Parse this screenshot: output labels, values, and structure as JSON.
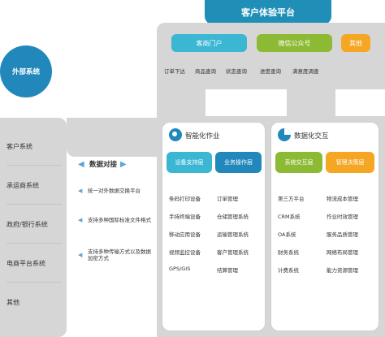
{
  "title": "客户体验平台",
  "external": {
    "label": "外部系统",
    "items": [
      "客户系统",
      "承运商系统",
      "政府/银行系统",
      "电商平台系统",
      "其他"
    ]
  },
  "bridge": {
    "label": "数据对接",
    "notes": [
      "统一对外数据交换平台",
      "支持多种国际标准文件格式",
      "支持多种传输方式以及数据加密方式"
    ]
  },
  "portals": {
    "buttons": [
      "客商门户",
      "微信公众号",
      "其他"
    ],
    "functions": [
      "订单下达",
      "商品查询",
      "状态查询",
      "进度查询",
      "满意度调查"
    ]
  },
  "smart_ops": {
    "title": "智能化作业",
    "tabs": [
      "设备支持层",
      "业务操作层"
    ],
    "col1": [
      "条码打印设备",
      "手持终端设备",
      "移动应用设备",
      "视频监控设备",
      "GPS/GIS"
    ],
    "col2": [
      "订单管理",
      "仓储管理系统",
      "运输管理系统",
      "客户管理系统",
      "结算管理"
    ]
  },
  "data_interact": {
    "title": "数据化交互",
    "tabs": [
      "系统交互层",
      "管理决策层"
    ],
    "col1": [
      "第三方平台",
      "CRM系统",
      "OA系统",
      "财务系统",
      "计费系统"
    ],
    "col2": [
      "物流成本管理",
      "作业时效管理",
      "服务品质管理",
      "网络布局管理",
      "能力资源管理"
    ]
  },
  "colors": {
    "title_bg": "#1f8fb8",
    "cyan": "#3bb7d3",
    "green": "#8cba34",
    "orange": "#f5a623",
    "blue": "#2288bb",
    "gray": "#d6d6d6"
  }
}
